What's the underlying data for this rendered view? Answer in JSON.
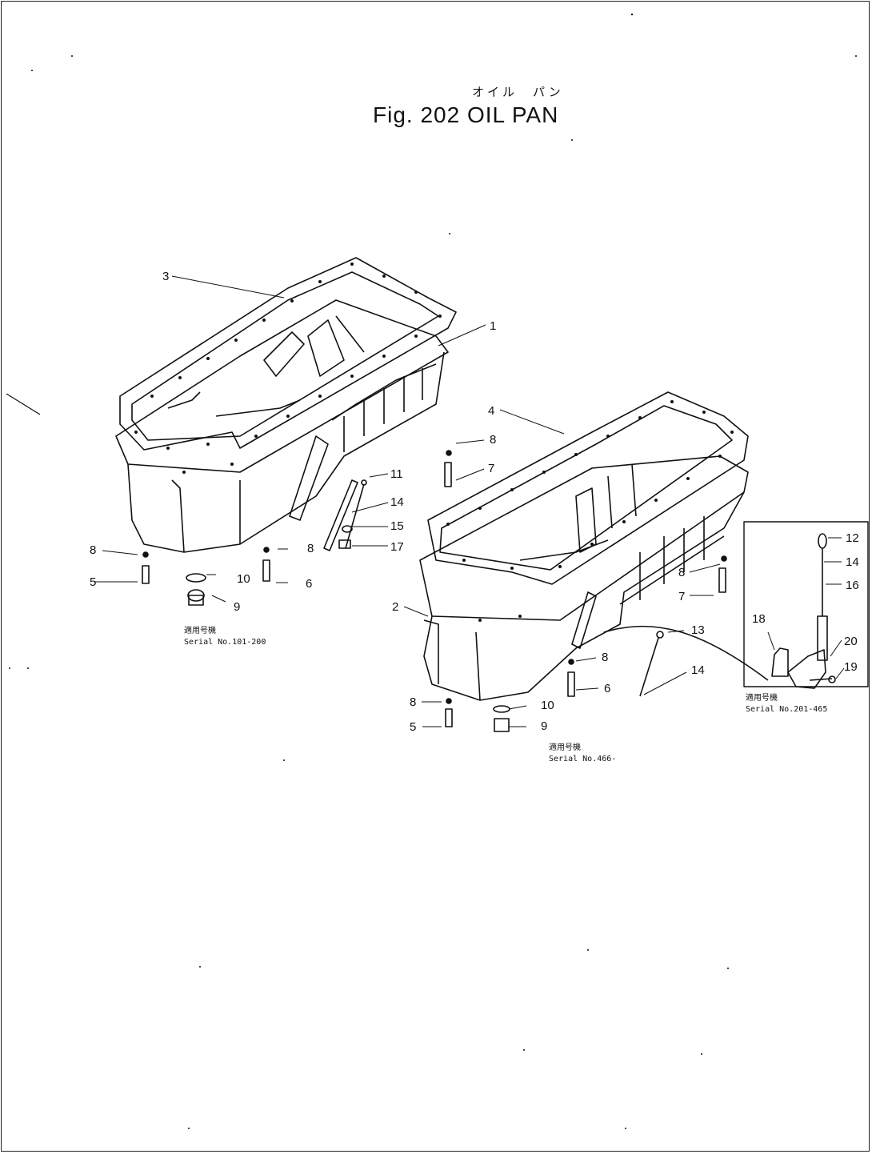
{
  "figure": {
    "title_jp": "オイル　パン",
    "title": "Fig. 202 OIL  PAN"
  },
  "callouts": {
    "c1": "1",
    "c2": "2",
    "c3": "3",
    "c4": "4",
    "c5a": "5",
    "c5b": "5",
    "c6a": "6",
    "c6b": "6",
    "c7a": "7",
    "c7b": "7",
    "c8a": "8",
    "c8b": "8",
    "c8c": "8",
    "c8d": "8",
    "c8e": "8",
    "c9a": "9",
    "c9b": "9",
    "c10a": "10",
    "c10b": "10",
    "c11": "11",
    "c12": "12",
    "c13": "13",
    "c14a": "14",
    "c14b": "14",
    "c14c": "14",
    "c15": "15",
    "c16": "16",
    "c17": "17",
    "c18": "18",
    "c19": "19",
    "c20": "20"
  },
  "serial_notes": {
    "left": {
      "jp": "適用号機",
      "text": "Serial No.101-200"
    },
    "right": {
      "jp": "適用号機",
      "text": "Serial No.466-"
    },
    "inset": {
      "jp": "適用号機",
      "text": "Serial No.201-465"
    }
  }
}
